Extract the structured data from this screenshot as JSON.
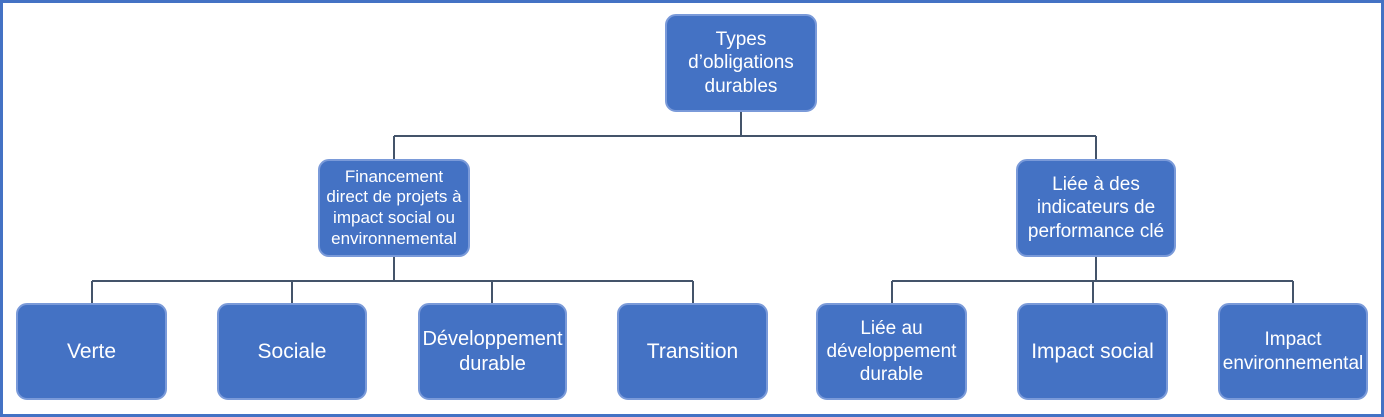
{
  "colors": {
    "node_fill": "#4472C4",
    "node_border": "#7a9ad9",
    "node_text": "#FFFFFF",
    "connector_line": "#44546A",
    "frame_border": "#4472C4",
    "background": "#FFFFFF"
  },
  "diagram": {
    "type": "org-chart",
    "nodes": {
      "root": {
        "label": "Types\nd’obligations\ndurables"
      },
      "financement_direct": {
        "label": "Financement\ndirect de projets à\nimpact social ou\nenvironnemental"
      },
      "indicateurs_performance": {
        "label": "Liée à des\nindicateurs de\nperformance clé"
      },
      "verte": {
        "label": "Verte"
      },
      "sociale": {
        "label": "Sociale"
      },
      "developpement_durable": {
        "label": "Développement\ndurable"
      },
      "transition": {
        "label": "Transition"
      },
      "liee_developpement_durable": {
        "label": "Liée au\ndéveloppement\ndurable"
      },
      "impact_social": {
        "label": "Impact social"
      },
      "impact_environnemental": {
        "label": "Impact\nenvironnemental"
      }
    }
  }
}
